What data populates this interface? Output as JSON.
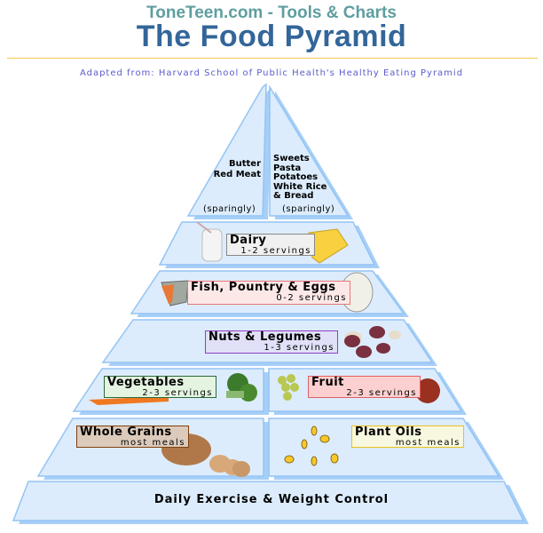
{
  "header": {
    "site": "ToneTeen.com - Tools & Charts",
    "title": "The Food Pyramid",
    "adapted": "Adapted from: Harvard School of Public Health's Healthy Eating Pyramid"
  },
  "pyramid": {
    "top_left": {
      "items": [
        "Butter",
        "Red Meat"
      ],
      "note": "(sparingly)"
    },
    "top_right": {
      "items": [
        "Sweets",
        "Pasta",
        "Potatoes",
        "White Rice",
        "& Bread"
      ],
      "note": "(sparingly)"
    },
    "dairy": {
      "name": "Dairy",
      "servings": "1-2 servings",
      "color": "#f0f0f0"
    },
    "fish": {
      "name": "Fish, Pountry & Eggs",
      "servings": "0-2 servings",
      "color": "#fde8e8"
    },
    "nuts": {
      "name": "Nuts & Legumes",
      "servings": "1-3 servings",
      "color": "#e0e0f8"
    },
    "vegetables": {
      "name": "Vegetables",
      "servings": "2-3 servings",
      "color": "#e4f4e0"
    },
    "fruit": {
      "name": "Fruit",
      "servings": "2-3 servings",
      "color": "#fcd0d0"
    },
    "grains": {
      "name": "Whole Grains",
      "servings": "most meals",
      "color": "#dccbbb"
    },
    "oils": {
      "name": "Plant Oils",
      "servings": "most meals",
      "color": "#f8f8e0"
    },
    "base": "Daily Exercise & Weight Control"
  }
}
